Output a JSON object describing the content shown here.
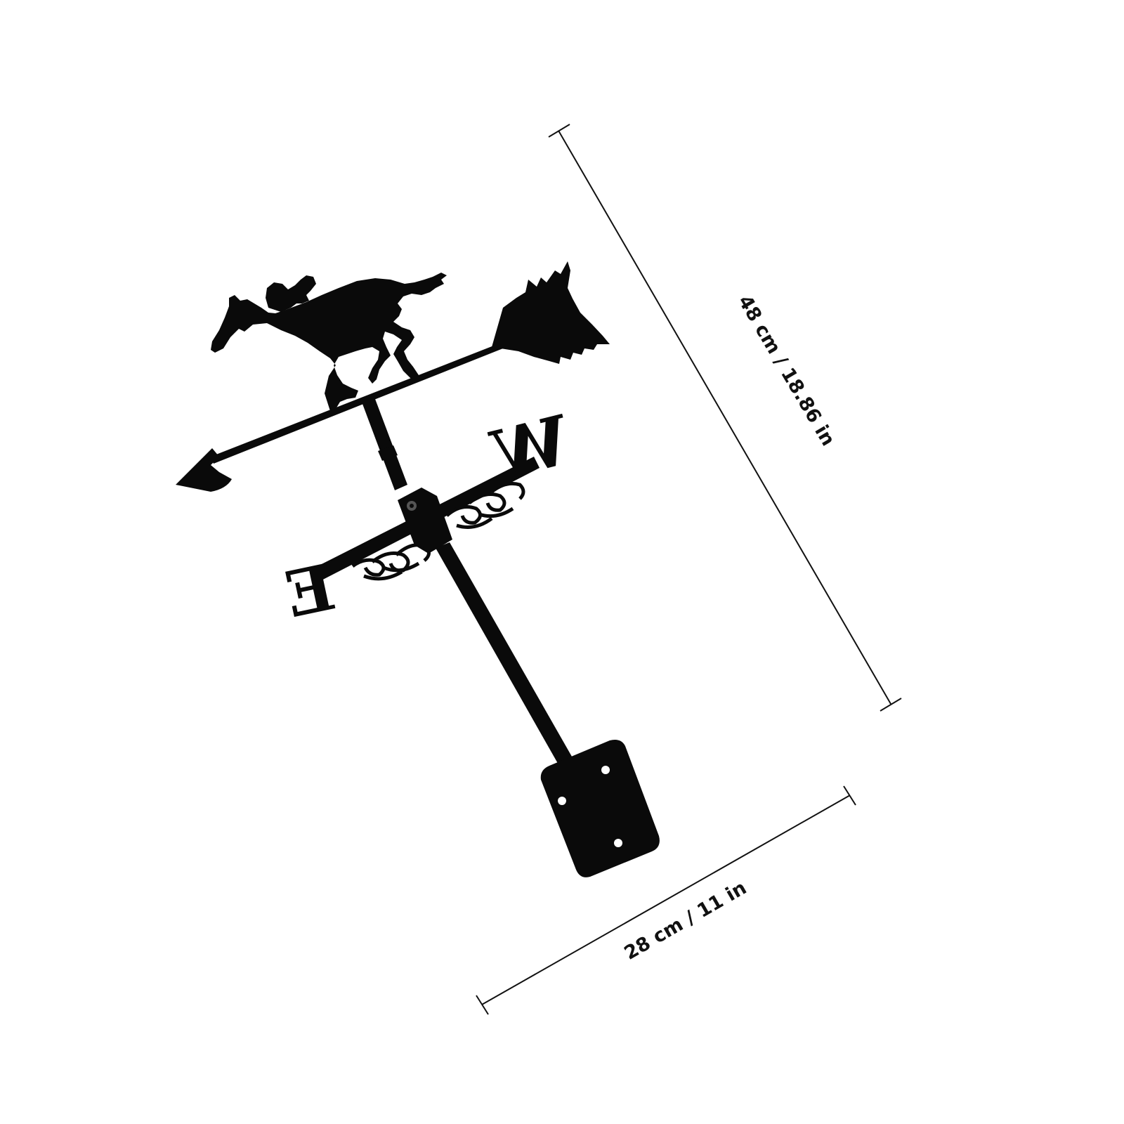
{
  "product": {
    "image_alt": "Black metal weathervane with racing horse and jockey, arrow pointer, compass letters and wall mounting plate",
    "silhouette_color": "#0a0a0a",
    "background_color": "#ffffff"
  },
  "dimensions": {
    "height_label": "48 cm / 18.86 in",
    "width_label": "28 cm / 11 in",
    "line_color": "#111111"
  },
  "compass": {
    "left_letter": "E",
    "right_letter": "W"
  }
}
